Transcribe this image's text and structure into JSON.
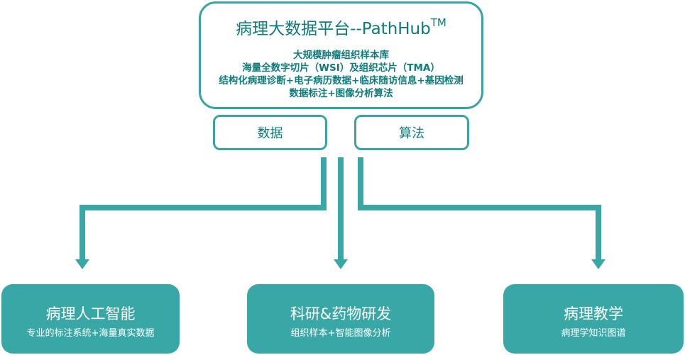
{
  "platform": {
    "title": "病理大数据平台--PathHub",
    "title_sup": "TM",
    "lines": [
      "大规模肿瘤组织样本库",
      "海量全数字切片（WSI）及组织芯片（TMA）",
      "结构化病理诊断+电子病历数据+临床随访信息+基因检测",
      "数据标注+图像分析算法"
    ]
  },
  "pillars": {
    "data_label": "数据",
    "algo_label": "算法"
  },
  "outputs": [
    {
      "title": "病理人工智能",
      "subtitle": "专业的标注系统+海量真实数据"
    },
    {
      "title": "科研&药物研发",
      "subtitle": "组织样本+智能图像分析"
    },
    {
      "title": "病理教学",
      "subtitle": "病理学知识图谱"
    }
  ],
  "colors": {
    "teal_border": "#3aa3a3",
    "teal_text": "#0f7a7a",
    "teal_fill": "#3aa7a7",
    "white": "#ffffff"
  }
}
